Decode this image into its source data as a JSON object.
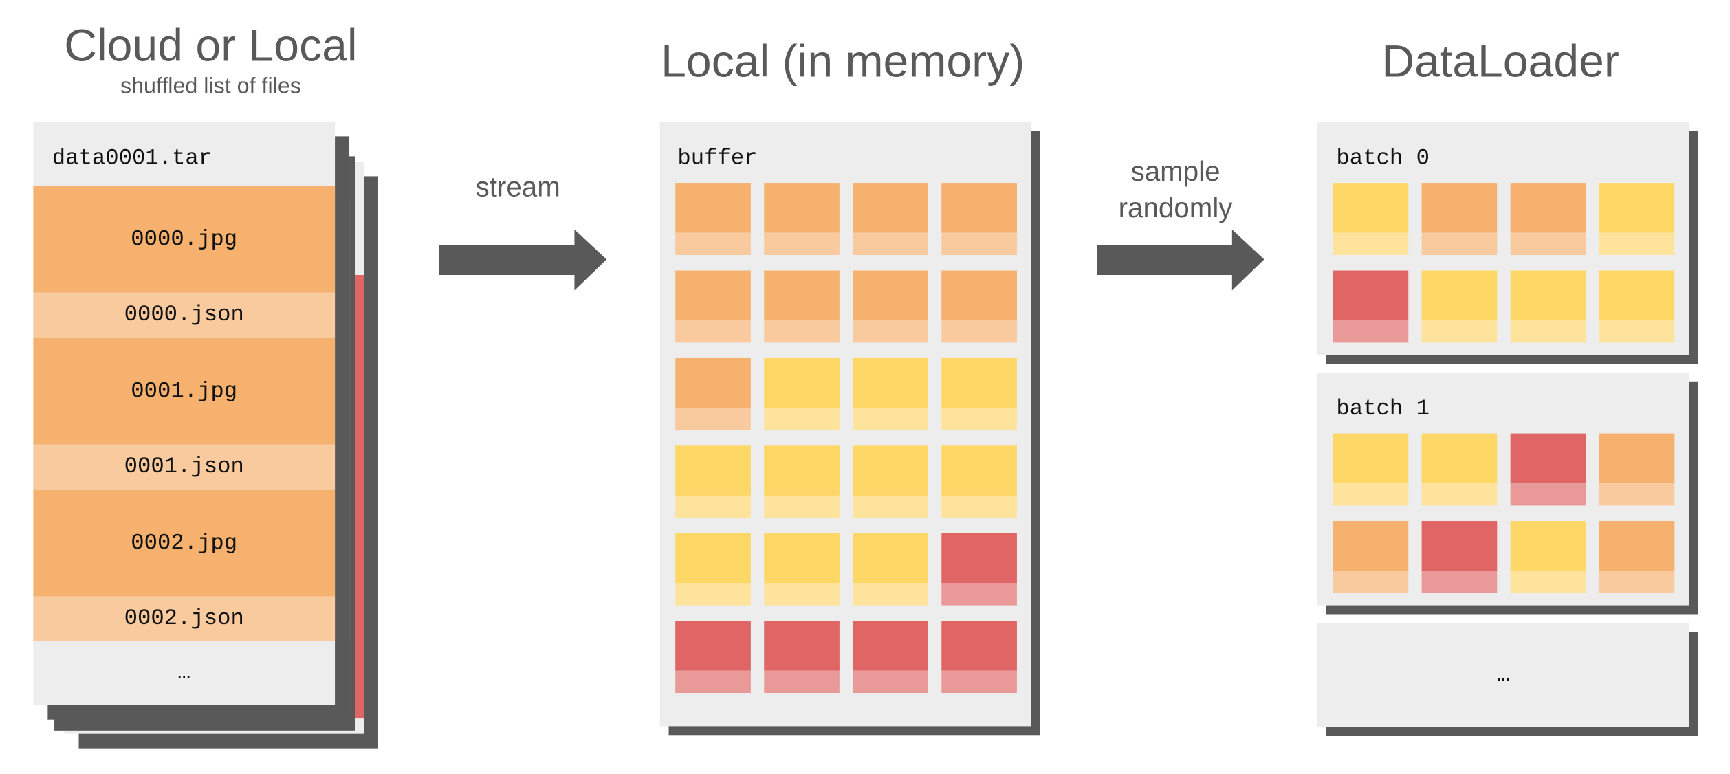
{
  "colors": {
    "orange": "#f5b16d",
    "orange_light": "#f8ca9d",
    "yellow": "#fdd866",
    "yellow_light": "#fee39c",
    "red": "#e06666",
    "red_light": "#ea9999",
    "card": "#ededed",
    "shadow": "#595959"
  },
  "source": {
    "title": "Cloud or Local",
    "subtitle": "shuffled list of files",
    "tar_name": "data0001.tar",
    "files": [
      "0000.jpg",
      "0000.json",
      "0001.jpg",
      "0001.json",
      "0002.jpg",
      "0002.json"
    ],
    "ellipsis": "…"
  },
  "arrow1": {
    "label": "stream"
  },
  "memory": {
    "title": "Local (in memory)",
    "buffer_label": "buffer",
    "grid": [
      [
        "orange",
        "orange",
        "orange",
        "orange"
      ],
      [
        "orange",
        "orange",
        "orange",
        "orange"
      ],
      [
        "orange",
        "yellow",
        "yellow",
        "yellow"
      ],
      [
        "yellow",
        "yellow",
        "yellow",
        "yellow"
      ],
      [
        "yellow",
        "yellow",
        "yellow",
        "red"
      ],
      [
        "red",
        "red",
        "red",
        "red"
      ]
    ]
  },
  "arrow2": {
    "label_line1": "sample",
    "label_line2": "randomly"
  },
  "dataloader": {
    "title": "DataLoader",
    "batches": [
      {
        "label": "batch 0",
        "grid": [
          [
            "yellow",
            "orange",
            "orange",
            "yellow"
          ],
          [
            "red",
            "yellow",
            "yellow",
            "yellow"
          ]
        ]
      },
      {
        "label": "batch 1",
        "grid": [
          [
            "yellow",
            "yellow",
            "red",
            "orange"
          ],
          [
            "orange",
            "red",
            "yellow",
            "orange"
          ]
        ]
      }
    ],
    "ellipsis": "…"
  }
}
